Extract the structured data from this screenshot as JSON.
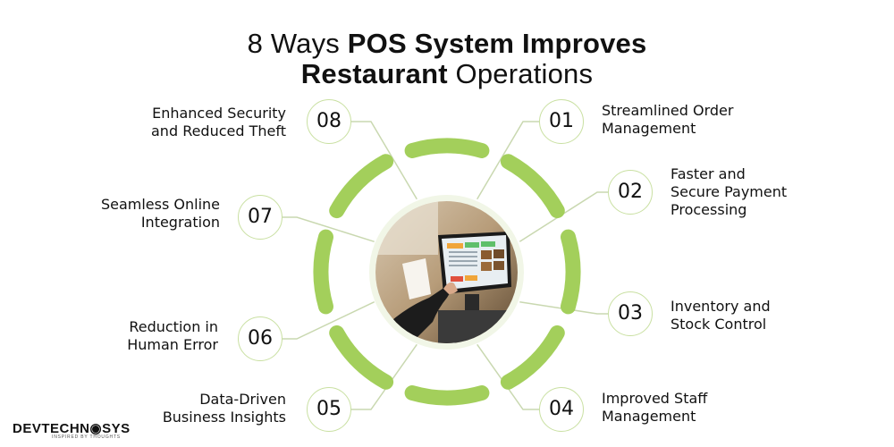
{
  "title": {
    "line1_prefix": "8 Ways ",
    "line1_bold": "POS System Improves",
    "line2_bold": "Restaurant",
    "line2_suffix": " Operations"
  },
  "items": [
    {
      "num": "01",
      "label_line1": "Streamlined Order",
      "label_line2": "Management"
    },
    {
      "num": "02",
      "label_line1": "Faster and",
      "label_line2": "Secure Payment",
      "label_line3": "Processing"
    },
    {
      "num": "03",
      "label_line1": "Inventory and",
      "label_line2": "Stock Control"
    },
    {
      "num": "04",
      "label_line1": "Improved Staff",
      "label_line2": "Management"
    },
    {
      "num": "05",
      "label_line1": "Data-Driven",
      "label_line2": "Business Insights"
    },
    {
      "num": "06",
      "label_line1": "Reduction in",
      "label_line2": "Human Error"
    },
    {
      "num": "07",
      "label_line1": "Seamless Online",
      "label_line2": "Integration"
    },
    {
      "num": "08",
      "label_line1": "Enhanced Security",
      "label_line2": "and Reduced Theft"
    }
  ],
  "brand": {
    "part1": "DEV",
    "part2": "TECHN",
    "part3": "SYS",
    "tagline": "INSPIRED BY THOUGHTS"
  },
  "colors": {
    "accent_green": "#a3cf5b",
    "circle_border": "#c9e0a2",
    "connector": "#c9d8b0",
    "text": "#111111"
  },
  "icons": {
    "center": "pos-terminal-photo",
    "brand": "devtechnosys-logo"
  }
}
